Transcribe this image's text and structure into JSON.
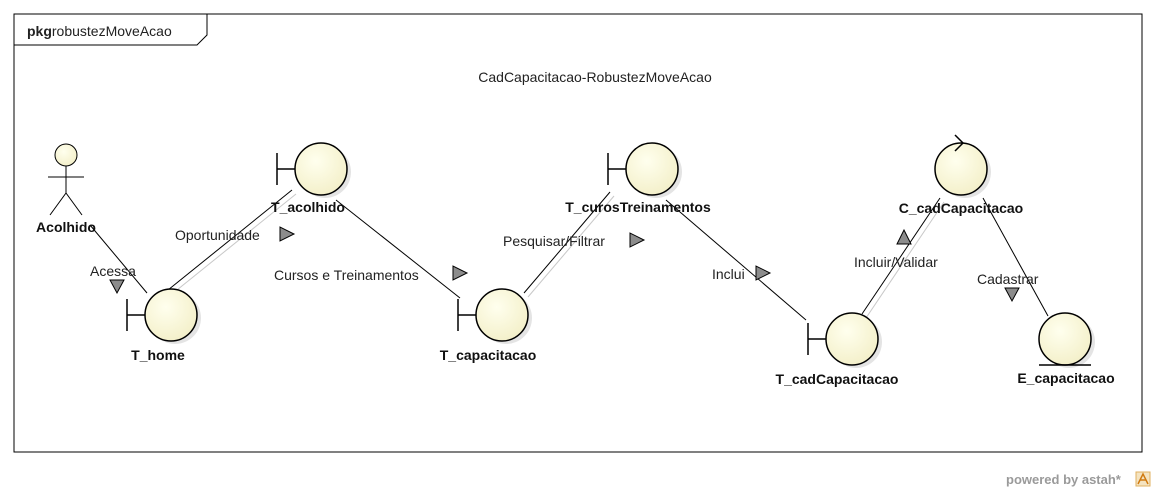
{
  "package": {
    "keyword": "pkg",
    "name": "robustezMoveAcao"
  },
  "diagram_title": "CadCapacitacao-RobustezMoveAcao",
  "elements": {
    "acolhido": "Acolhido",
    "t_home": "T_home",
    "t_acolhido": "T_acolhido",
    "t_capacitacao": "T_capacitacao",
    "t_curos": "T_curosTreinamentos",
    "t_cad": "T_cadCapacitacao",
    "c_cad": "C_cadCapacitacao",
    "e_cap": "E_capacitacao"
  },
  "messages": {
    "acessa": "Acessa",
    "oportunidade": "Oportunidade",
    "cursos": "Cursos e Treinamentos",
    "pesquisar": "Pesquisar/Filtrar",
    "inclui": "Inclui",
    "incluir_validar": "Incluir/Validar",
    "cadastrar": "Cadastrar"
  },
  "watermark": "powered by astah*",
  "colors": {
    "fill": "#ffffdd",
    "stroke": "#000000",
    "arrow": "#8c8c8c"
  }
}
